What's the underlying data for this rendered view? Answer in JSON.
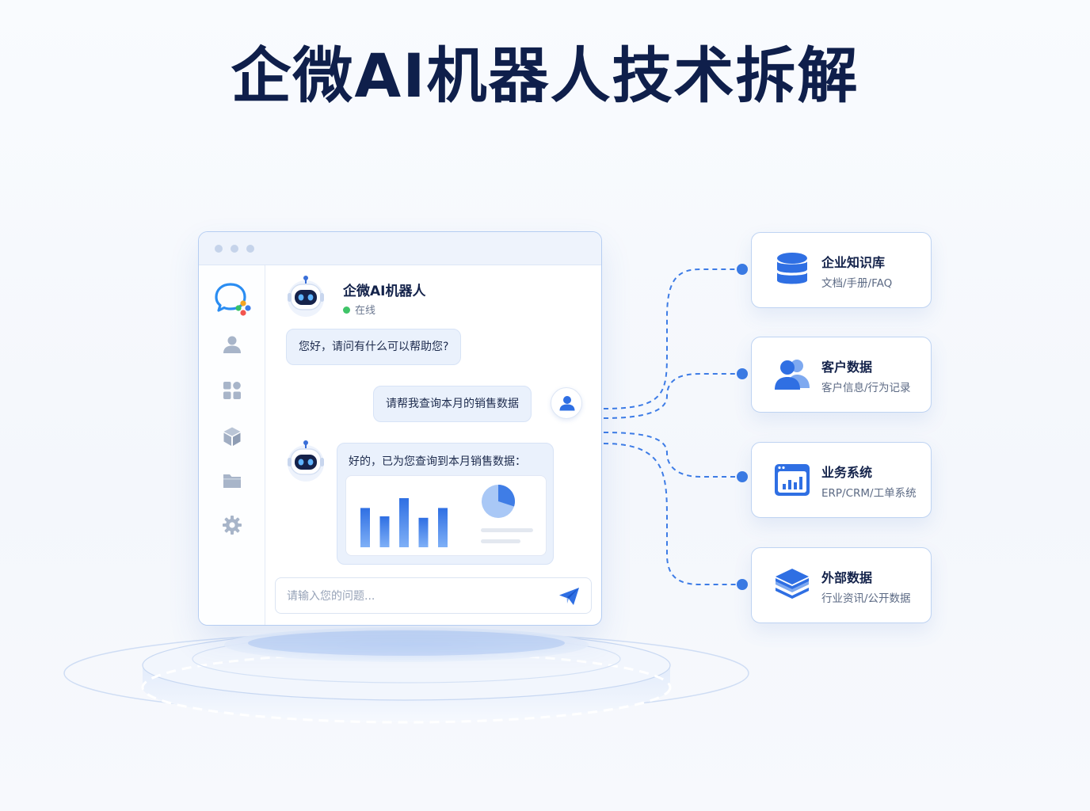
{
  "title": "企微AI机器人技术拆解",
  "colors": {
    "primary": "#2f6fe3",
    "primary_light": "#5b93f0",
    "navy": "#0f1f4b",
    "online": "#3fc468",
    "bubble": "#eaf1fc"
  },
  "window": {
    "bot": {
      "name": "企微AI机器人",
      "status": "在线"
    },
    "sidebar_icons": [
      "chat-logo-icon",
      "user-icon",
      "apps-grid-icon",
      "cube-icon",
      "folder-icon",
      "settings-gear-icon"
    ],
    "messages": {
      "greeting": "您好，请问有什么可以帮助您?",
      "user_query": "请帮我查询本月的销售数据",
      "bot_reply": "好的，已为您查询到本月销售数据："
    },
    "chart": {
      "type": "bar",
      "values": [
        0.8,
        0.63,
        1.0,
        0.6,
        0.8
      ],
      "pie_highlight_fraction": 0.3
    },
    "input": {
      "placeholder": "请输入您的问题..."
    }
  },
  "cards": [
    {
      "icon": "database-icon",
      "title": "企业知识库",
      "subtitle": "文档/手册/FAQ"
    },
    {
      "icon": "users-icon",
      "title": "客户数据",
      "subtitle": "客户信息/行为记录"
    },
    {
      "icon": "bar-chart-window-icon",
      "title": "业务系统",
      "subtitle": "ERP/CRM/工单系统"
    },
    {
      "icon": "layers-icon",
      "title": "外部数据",
      "subtitle": "行业资讯/公开数据"
    }
  ]
}
